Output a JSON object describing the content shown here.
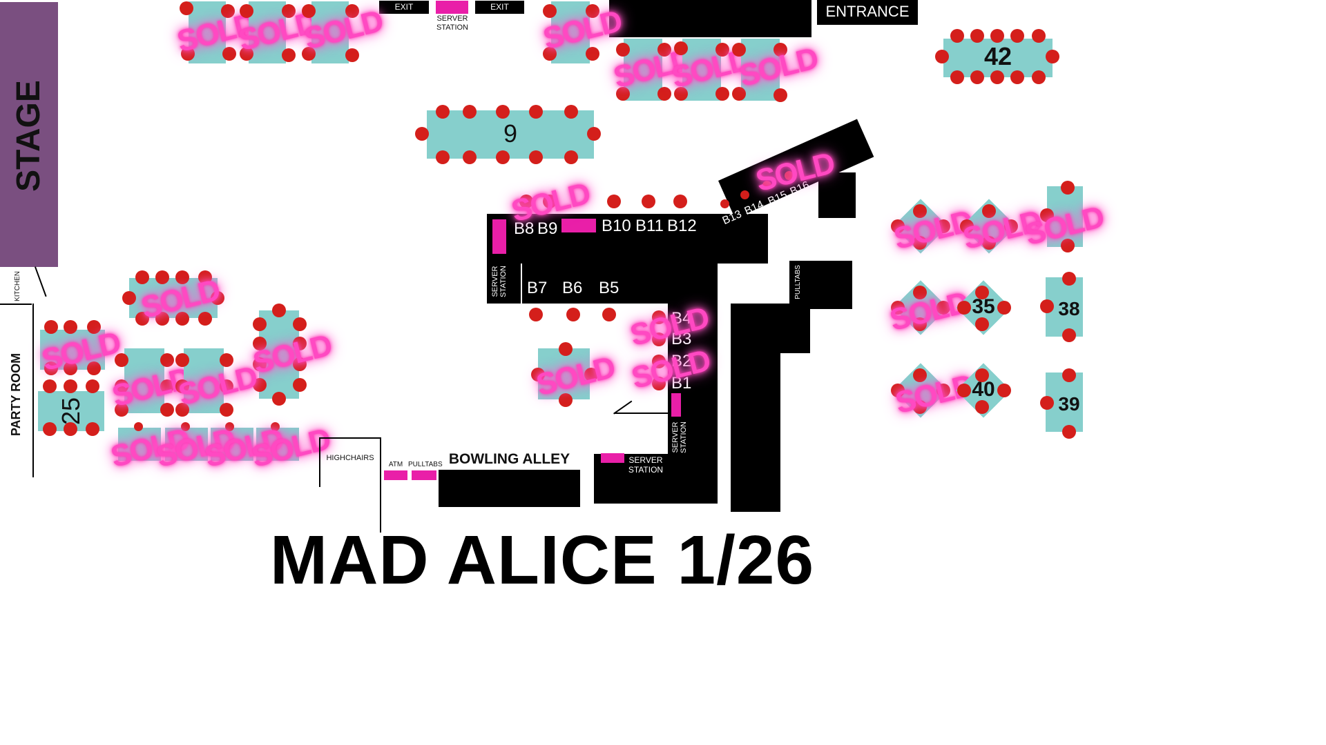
{
  "title": "MAD ALICE 1/26",
  "labels": {
    "stage": "STAGE",
    "kitchen": "KITCHEN",
    "party_room": "PARTY ROOM",
    "exit": "EXIT",
    "server_station": "SERVER STATION",
    "entrance": "ENTRANCE",
    "highchairs": "HIGHCHAIRS",
    "atm": "ATM",
    "pulltabs": "PULLTABS",
    "bowling_alley": "BOWLING ALLEY",
    "sold": "SOLD"
  },
  "tables": {
    "t9": "9",
    "t42": "42",
    "t25": "25",
    "t35": "35",
    "t38": "38",
    "t40": "40",
    "t39": "39"
  },
  "bar_seats": [
    "B1",
    "B2",
    "B3",
    "B4",
    "B5",
    "B6",
    "B7",
    "B8",
    "B9",
    "B10",
    "B11",
    "B12",
    "B13",
    "B14",
    "B15",
    "B16"
  ],
  "colors": {
    "table": "#86cfcc",
    "seat": "#d41f1b",
    "stage": "#7a4f80",
    "accent": "#e91fa8",
    "sold": "#ff49c2"
  }
}
